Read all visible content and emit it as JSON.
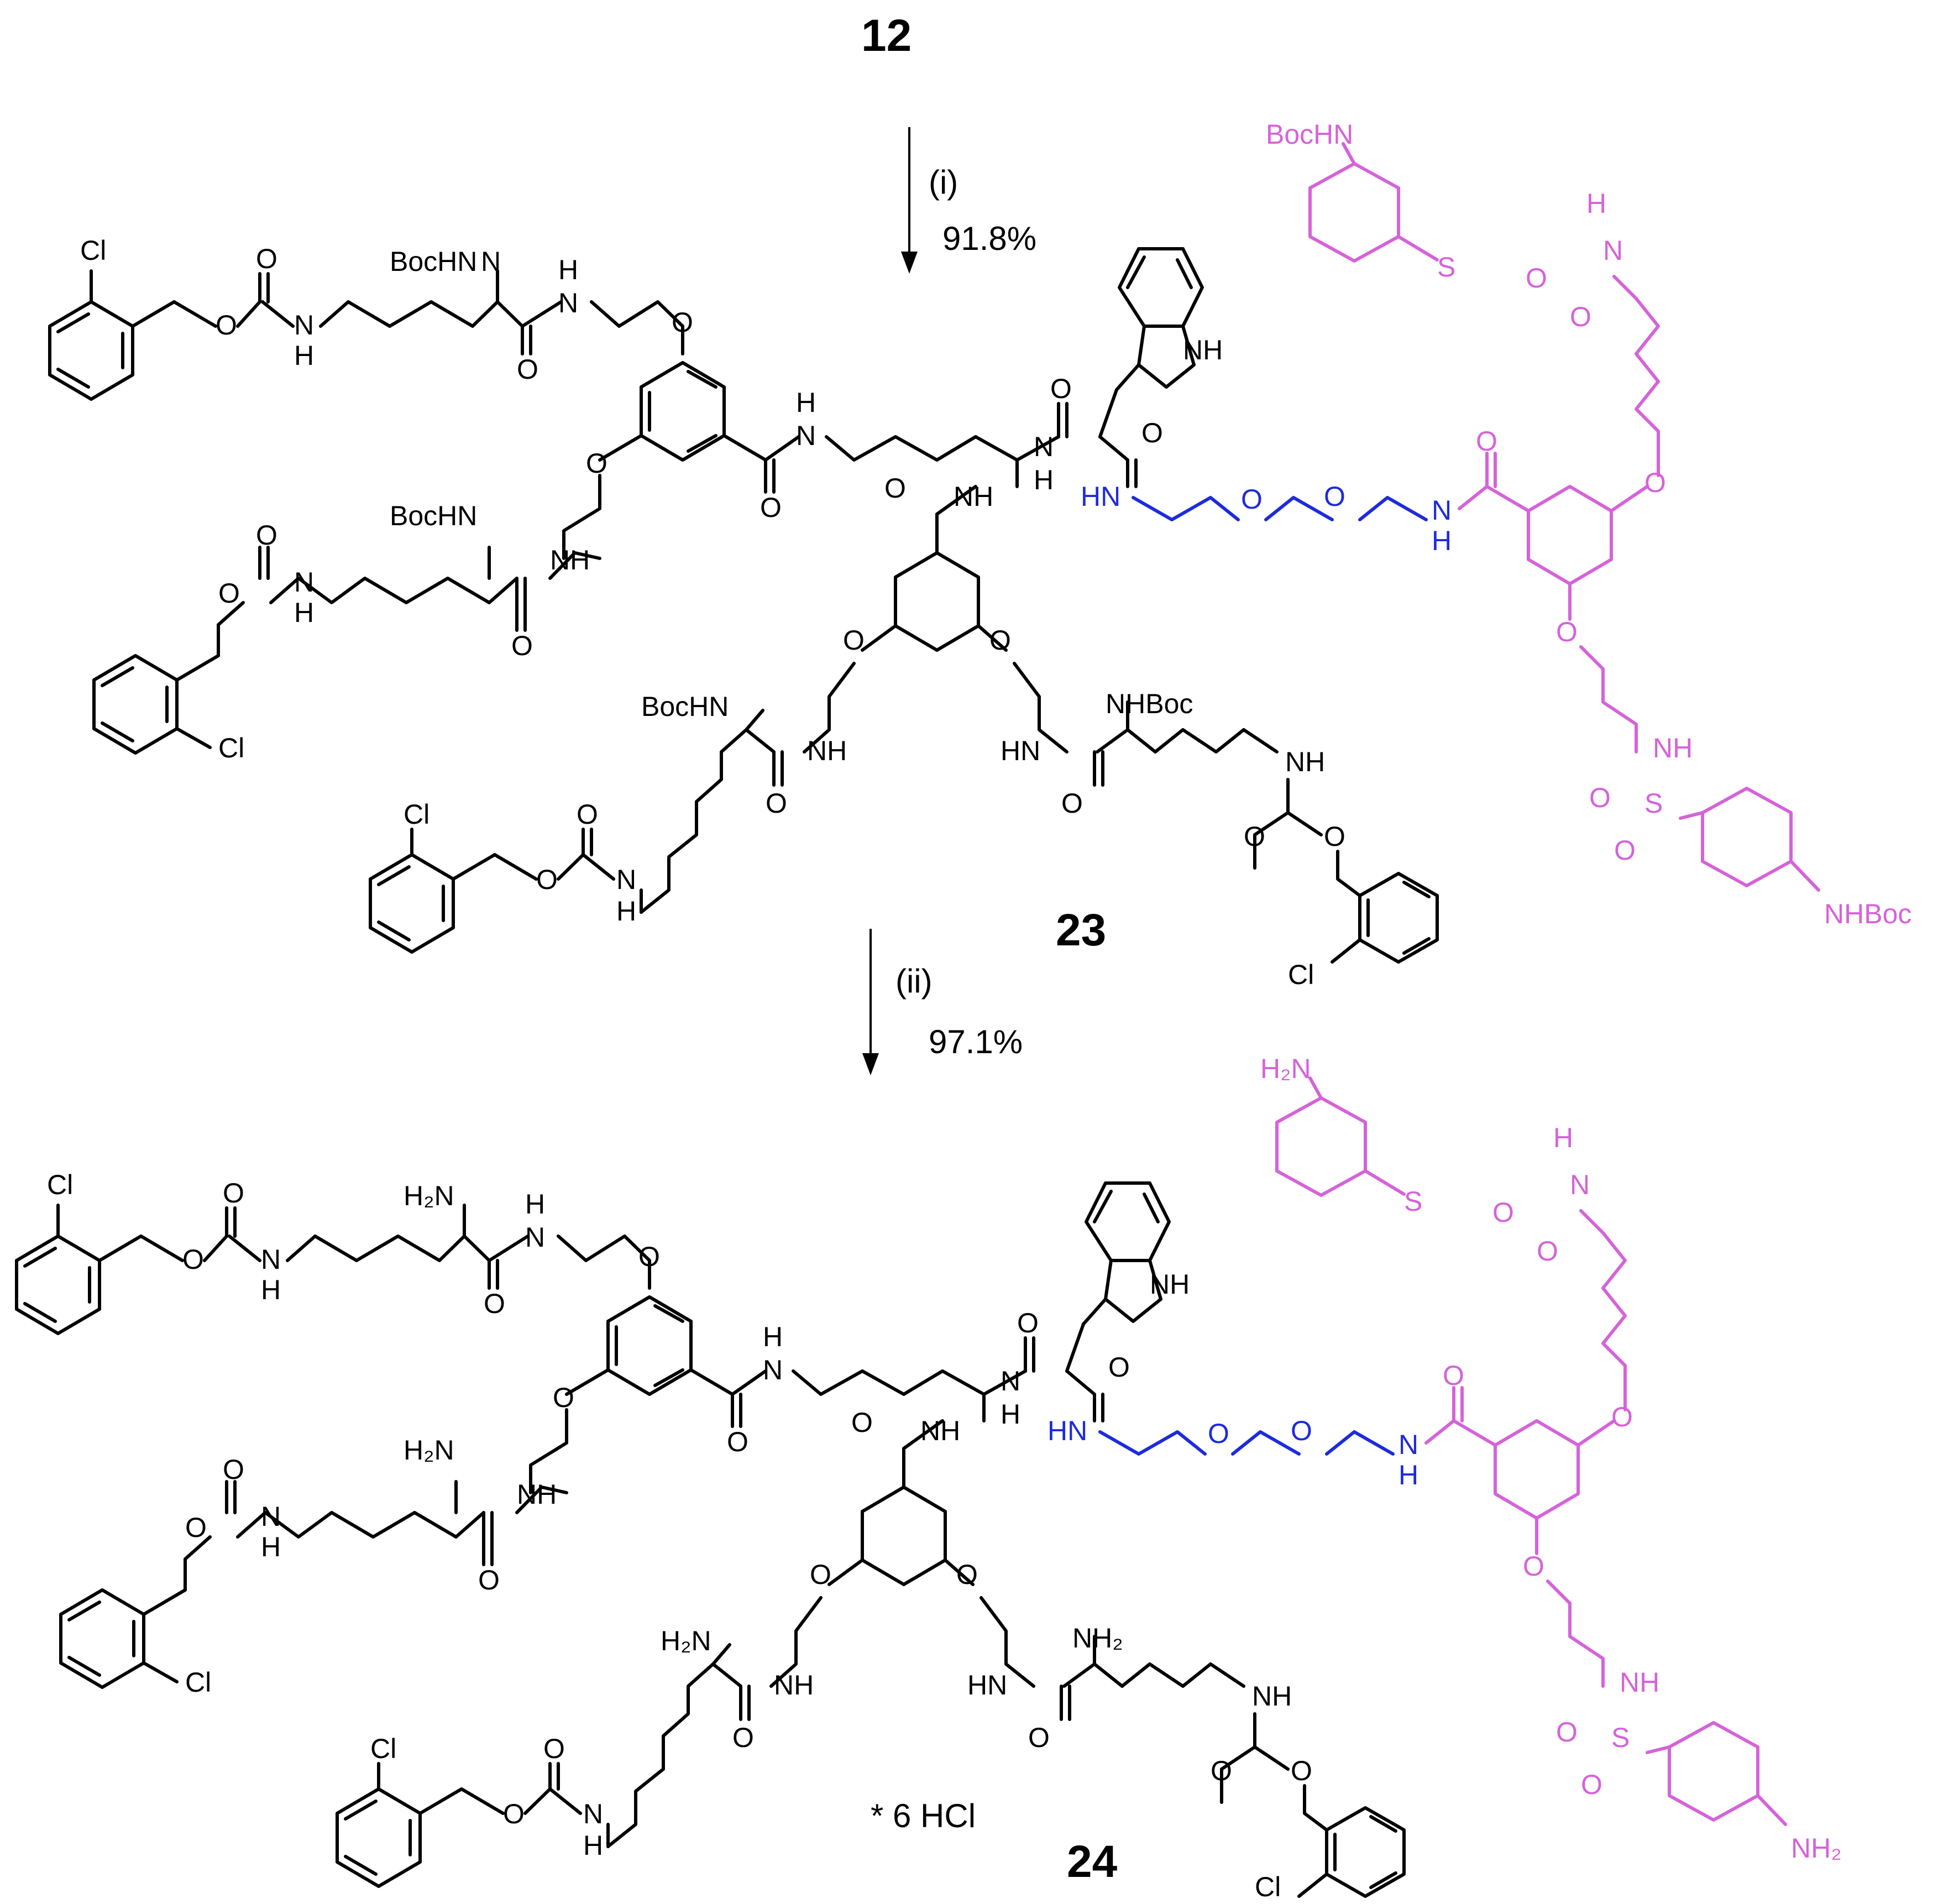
{
  "colors": {
    "black": "#000000",
    "pink": "#d563d9",
    "blue": "#1d2bdc"
  },
  "scheme": {
    "start_compound": "12",
    "step1": {
      "condition": "(i)",
      "yield": "91.8%"
    },
    "intermediate": "23",
    "step2": {
      "condition": "(ii)",
      "yield": "97.1%"
    },
    "product": "24",
    "salt_note": "* 6 HCl"
  },
  "atoms": {
    "cl": "Cl",
    "o": "O",
    "n": "N",
    "h": "H",
    "nh": "NH",
    "hn": "HN",
    "s": "S",
    "bochn": "BocHN",
    "nhboc": "NHBoc",
    "h2n": "H₂N",
    "nh2": "NH₂"
  }
}
